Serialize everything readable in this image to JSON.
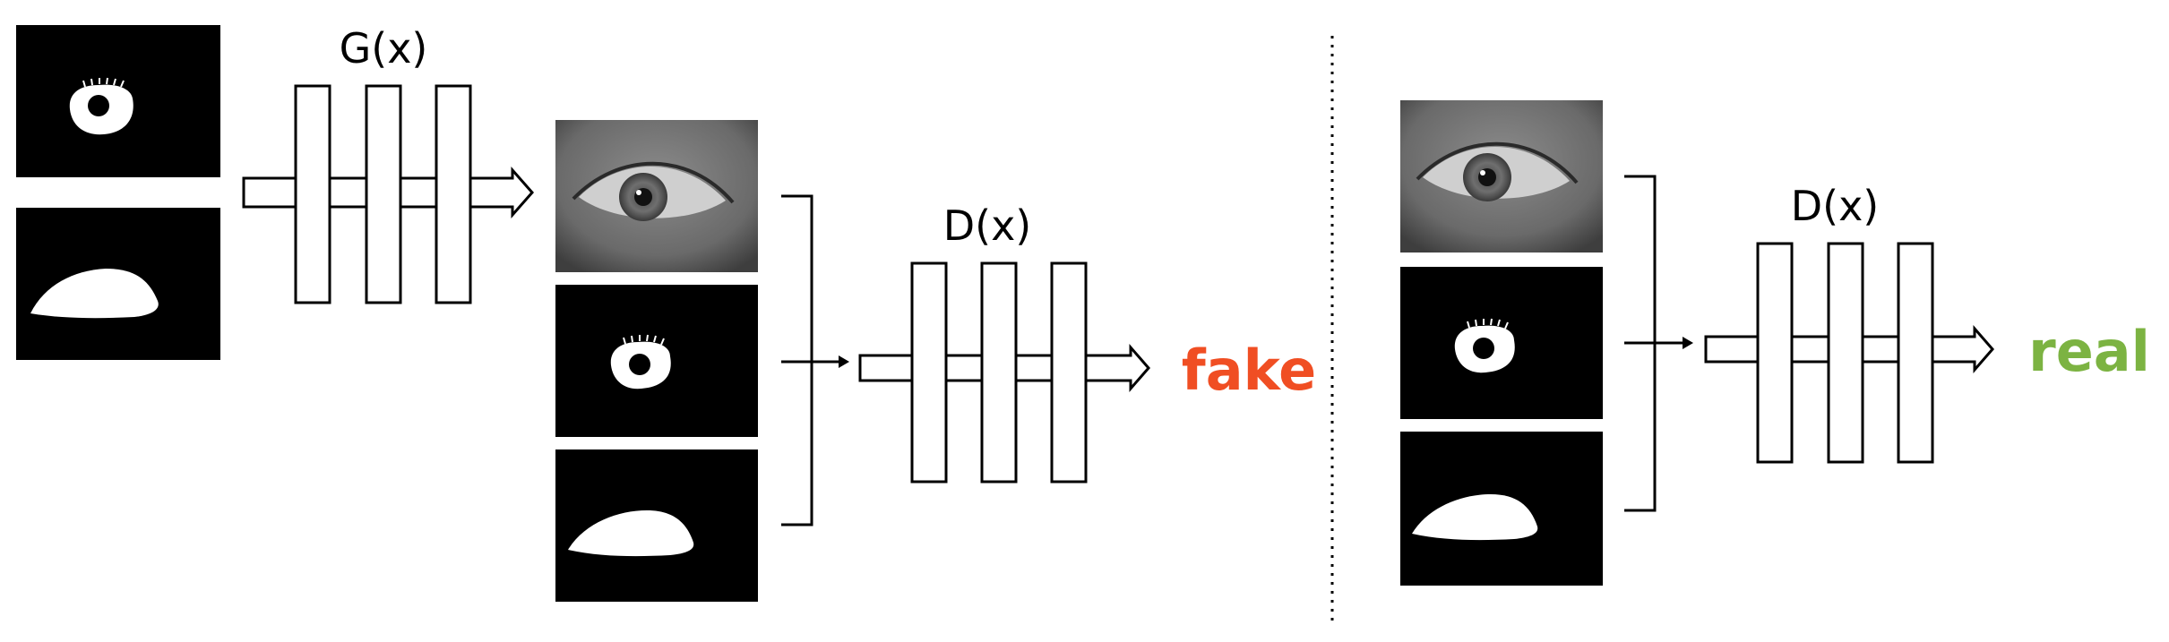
{
  "labels": {
    "generator": "G(x)",
    "discriminator_fake": "D(x)",
    "discriminator_real": "D(x)",
    "fake": "fake",
    "real": "real"
  },
  "colors": {
    "fake": "#f04e23",
    "real": "#7cb342",
    "panel": "#000000",
    "mask": "#ffffff",
    "line": "#000000"
  },
  "icons": {
    "iris_mask": "iris-mask-icon",
    "eye_region_mask": "eye-region-mask-icon",
    "eye_photo": "eye-photo-icon"
  }
}
